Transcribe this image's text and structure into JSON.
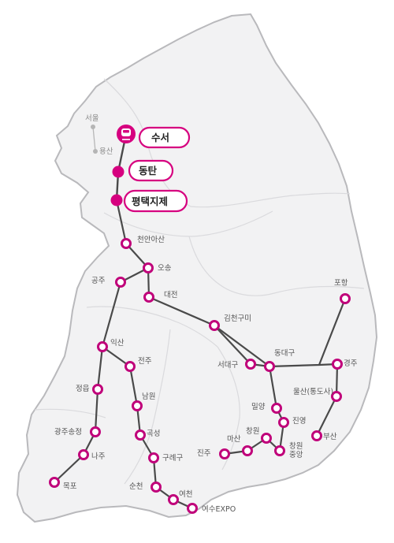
{
  "colors": {
    "srt_magenta": "#d6007f",
    "station_ring": "#c0007a",
    "line": "#4a4a4a",
    "land": "#f2f2f3",
    "border": "#b9b9bc"
  },
  "icons": {
    "train": "train-icon"
  },
  "srt_stations": [
    "수서",
    "동탄",
    "평택지제"
  ],
  "reference_stations": [
    "서울",
    "용산"
  ],
  "stations": {
    "cheonan_asan": "천안아산",
    "osong": "오송",
    "gongju": "공주",
    "daejeon": "대전",
    "gimcheon_gumi": "김천구미",
    "pohang": "포항",
    "iksan": "익산",
    "jeonju": "전주",
    "seodaegu": "서대구",
    "dongdaegu": "동대구",
    "gyeongju": "경주",
    "jeongeup": "정읍",
    "namwon": "남원",
    "ulsan": "울산(통도사)",
    "miryang": "밀양",
    "jinyeong": "진영",
    "gwangju_songjeong": "광주송정",
    "gokseong": "곡성",
    "changwon": "창원",
    "masan": "마산",
    "busan": "부산",
    "jinju": "진주",
    "changwon_jungang": "창원\n중앙",
    "naju": "나주",
    "gurye": "구례구",
    "mokpo": "목포",
    "suncheon": "순천",
    "yeocheon": "여천",
    "yeosu_expo": "여수EXPO"
  }
}
